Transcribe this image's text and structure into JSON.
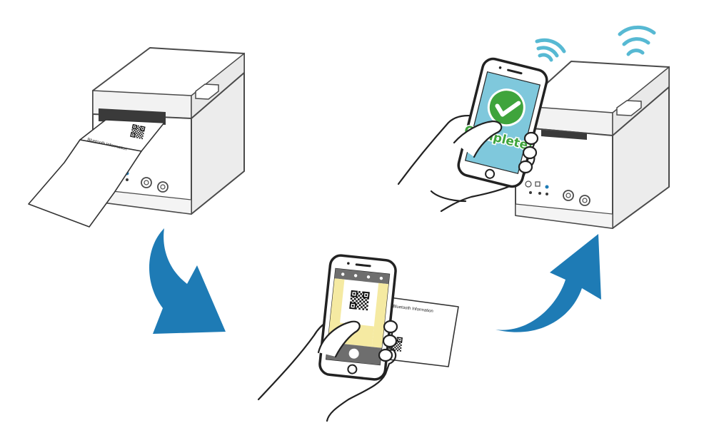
{
  "labels": {
    "printed_receipt": "Bluetooth Information",
    "held_receipt": "Bluetooth Information",
    "status": "Complete!"
  },
  "colors": {
    "arrow": "#1e7bb5",
    "wifi": "#57b9d3",
    "phone_screen": "#7fc8dc",
    "check": "#3fa43c",
    "status_text": "#3fa43c",
    "viewfinder_yellow": "#f5eaa2",
    "phone_outline": "#222222"
  },
  "icons": [
    "printer-icon",
    "smartphone-icon",
    "qr-code-icon",
    "checkmark-icon",
    "wireless-signal-icon",
    "curved-arrow-icon",
    "hand-icon"
  ]
}
